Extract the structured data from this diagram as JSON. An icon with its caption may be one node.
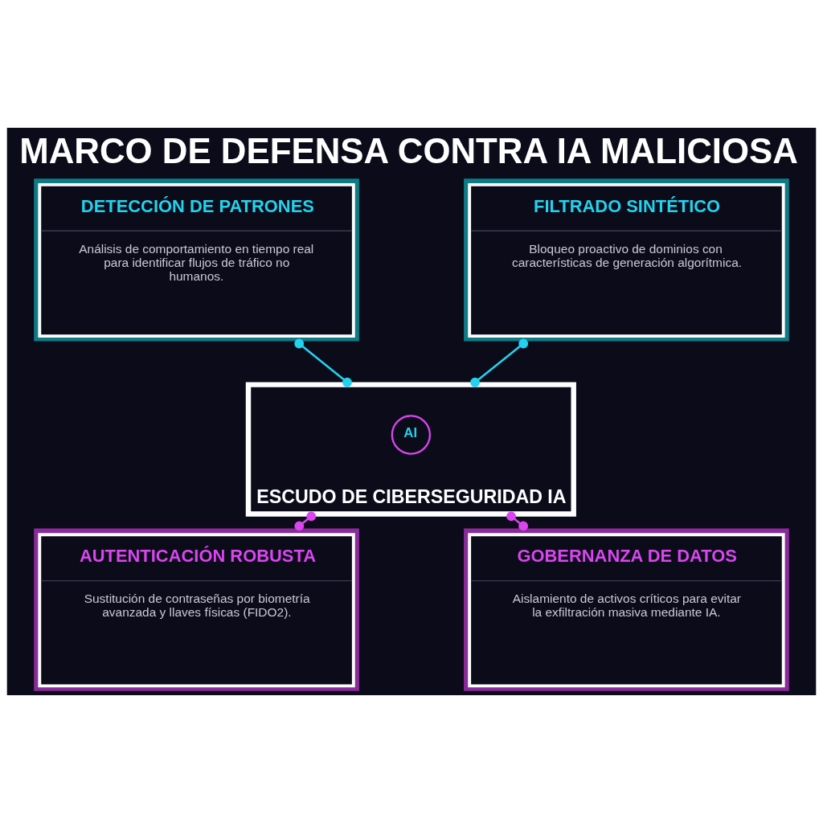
{
  "diagram": {
    "title": "MARCO DE DEFENSA CONTRA IA MALICIOSA",
    "nodes": [
      {
        "text": [
          "DETECCIÓN DE PATRONES",
          "Análisis de comportamiento en tiempo real para identificar flujos de tráfico no humanos."
        ]
      },
      {
        "text": [
          "FILTRADO SINTÉTICO",
          "Bloqueo proactivo de dominios con características de generación algorítmica."
        ]
      },
      {
        "text": [
          "ESCUDO DE CIBERSEGURIDAD IA"
        ]
      },
      {
        "text": [
          "AI"
        ],
        "in": 2
      },
      {
        "text": [
          "AUTENTICACIÓN ROBUSTA",
          "Sustitución de contraseñas por biometría avanzada y llaves físicas (FIDO2)."
        ]
      },
      {
        "text": [
          "GOBERNANZA DE DATOS",
          "Aislamiento de activos críticos para evitar la exfiltración masiva mediante IA."
        ]
      }
    ],
    "edges": [
      {
        "from": 0,
        "to": 2,
        "arrow": "other",
        "color": "#22d3ee"
      },
      {
        "from": 1,
        "to": 2,
        "arrow": "other",
        "color": "#22d3ee"
      },
      {
        "from": 2,
        "to": 4,
        "arrow": "other",
        "color": "#d946ef"
      },
      {
        "from": 2,
        "to": 5,
        "arrow": "other",
        "color": "#d946ef"
      }
    ]
  }
}
